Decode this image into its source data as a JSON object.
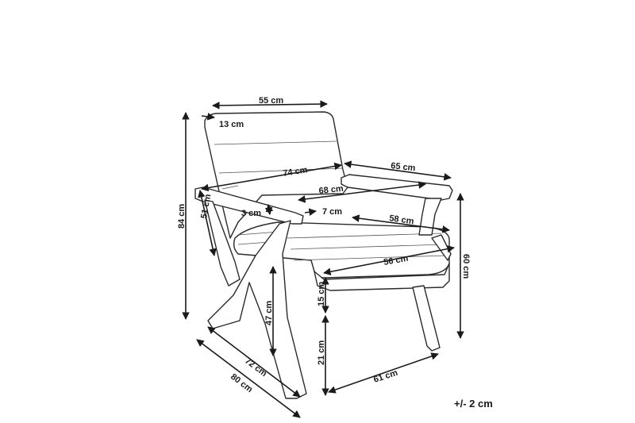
{
  "dimensions": {
    "backrest_width": "55 cm",
    "backrest_top": "13 cm",
    "overall_width": "74 cm",
    "depth_65": "65 cm",
    "seat_width_68": "68 cm",
    "armrest_height_51": "51 cm",
    "overall_height": "84 cm",
    "arm_thickness": "3 cm",
    "arm_width": "7 cm",
    "seat_depth_58": "58 cm",
    "seat_width_56": "56 cm",
    "right_height_60": "60 cm",
    "cushion_15": "15 cm",
    "seat_height_47": "47 cm",
    "leg_height_21": "21 cm",
    "depth_72": "72 cm",
    "depth_80": "80 cm",
    "width_61": "61 cm"
  },
  "tolerance": "+/- 2 cm",
  "colors": {
    "line": "#2a2a2a",
    "background": "#ffffff"
  }
}
